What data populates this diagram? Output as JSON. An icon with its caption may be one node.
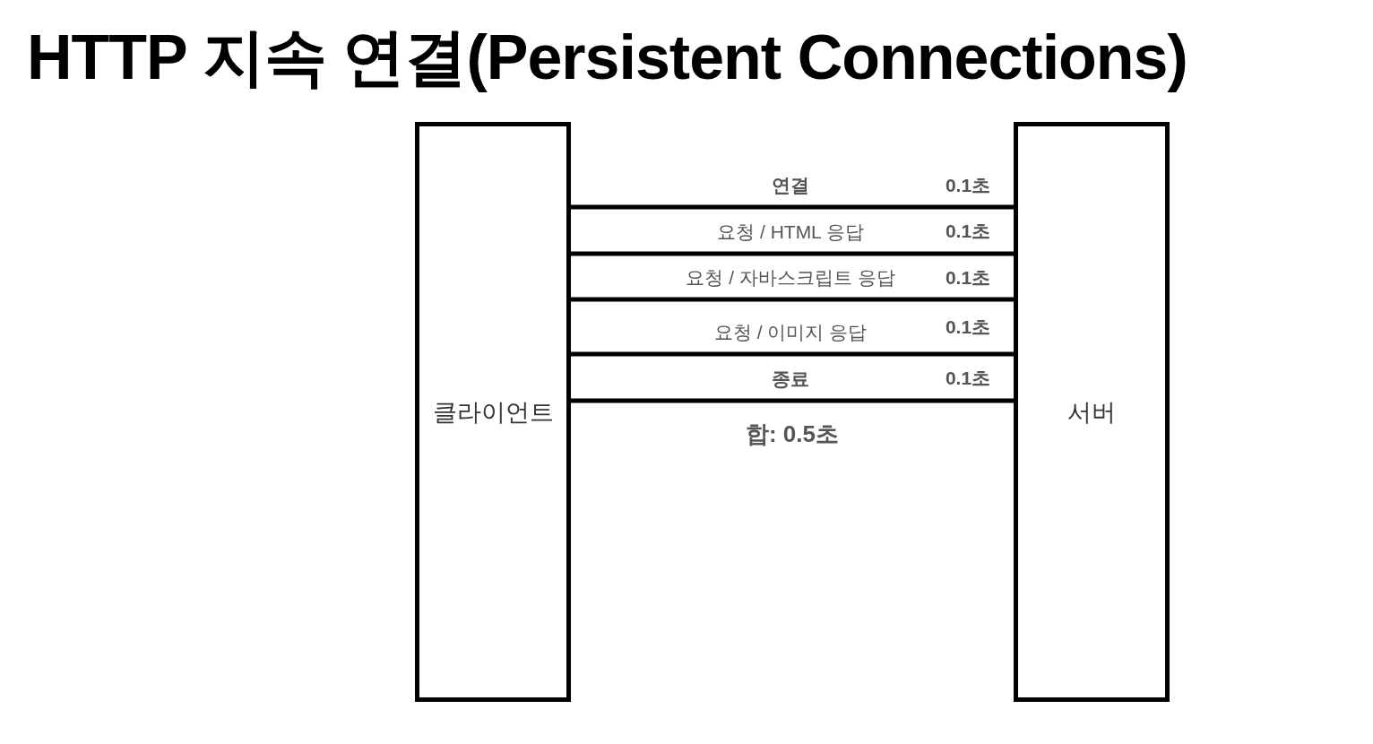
{
  "diagram": {
    "title": "HTTP 지속 연결(Persistent Connections)",
    "nodes": [
      {
        "text": [
          "클라이언트"
        ]
      },
      {
        "text": [
          "서버"
        ]
      }
    ],
    "edges": [
      {
        "from": 0,
        "to": 1,
        "arrow": "none",
        "label": "연결"
      },
      {
        "from": 0,
        "to": 1,
        "arrow": "none",
        "label": "요청 / HTML 응답"
      },
      {
        "from": 0,
        "to": 1,
        "arrow": "none",
        "label": "요청 / 자바스크립트 응답"
      },
      {
        "from": 0,
        "to": 1,
        "arrow": "none",
        "label": "요청 / 이미지 응답"
      },
      {
        "from": 0,
        "to": 1,
        "arrow": "none",
        "label": "종료"
      }
    ],
    "labels": [
      "0.1초",
      "0.1초",
      "0.1초",
      "0.1초",
      "0.1초",
      "합: 0.5초"
    ]
  }
}
